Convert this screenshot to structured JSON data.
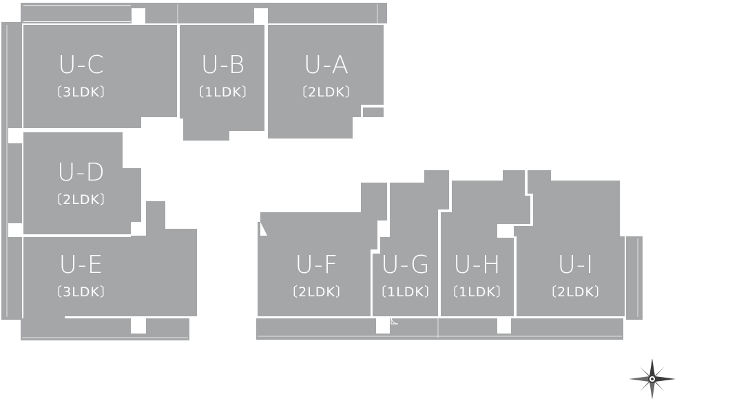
{
  "units": [
    {
      "id": "U-C",
      "name": "U-C",
      "type": "〔3LDK〕"
    },
    {
      "id": "U-B",
      "name": "U-B",
      "type": "〔1LDK〕"
    },
    {
      "id": "U-A",
      "name": "U-A",
      "type": "〔2LDK〕"
    },
    {
      "id": "U-D",
      "name": "U-D",
      "type": "〔2LDK〕"
    },
    {
      "id": "U-E",
      "name": "U-E",
      "type": "〔3LDK〕"
    },
    {
      "id": "U-F",
      "name": "U-F",
      "type": "〔2LDK〕"
    },
    {
      "id": "U-G",
      "name": "U-G",
      "type": "〔1LDK〕"
    },
    {
      "id": "U-H",
      "name": "U-H",
      "type": "〔1LDK〕"
    },
    {
      "id": "U-I",
      "name": "U-I",
      "type": "〔2LDK〕"
    }
  ],
  "icons": {
    "compass": "compass-rose-icon"
  },
  "colors": {
    "unit": "#a4a6a8",
    "wall": "#ffffff",
    "background": "#ffffff",
    "compass": "#3a3a3a"
  }
}
